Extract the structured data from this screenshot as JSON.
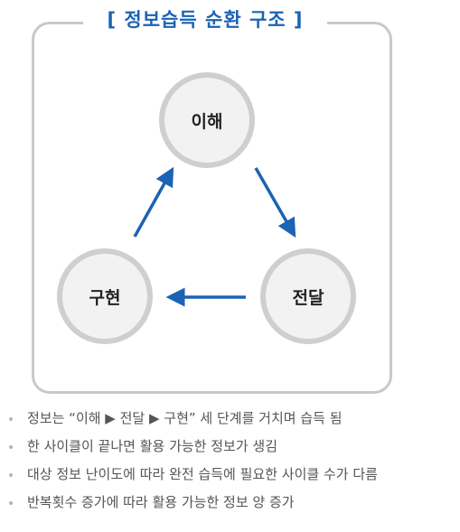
{
  "diagram": {
    "title": "정보습득 순환 구조",
    "bracket_open": "[",
    "bracket_close": "]",
    "nodes": {
      "understand": "이해",
      "deliver": "전달",
      "implement": "구현"
    }
  },
  "bullets": [
    "정보는 “이해 ▶ 전달 ▶ 구현” 세 단계를 거치며 습득 됨",
    "한 사이클이 끝나면 활용 가능한 정보가 생김",
    "대상 정보 난이도에 따라 완전 습득에 필요한 사이클 수가 다름",
    "반복횟수 증가에 따라 활용 가능한 정보 양 증가"
  ],
  "colors": {
    "accent": "#1b63b3",
    "frame": "#c9c9c9",
    "node_fill": "#f2f2f2",
    "node_border": "#cfcfcf"
  }
}
